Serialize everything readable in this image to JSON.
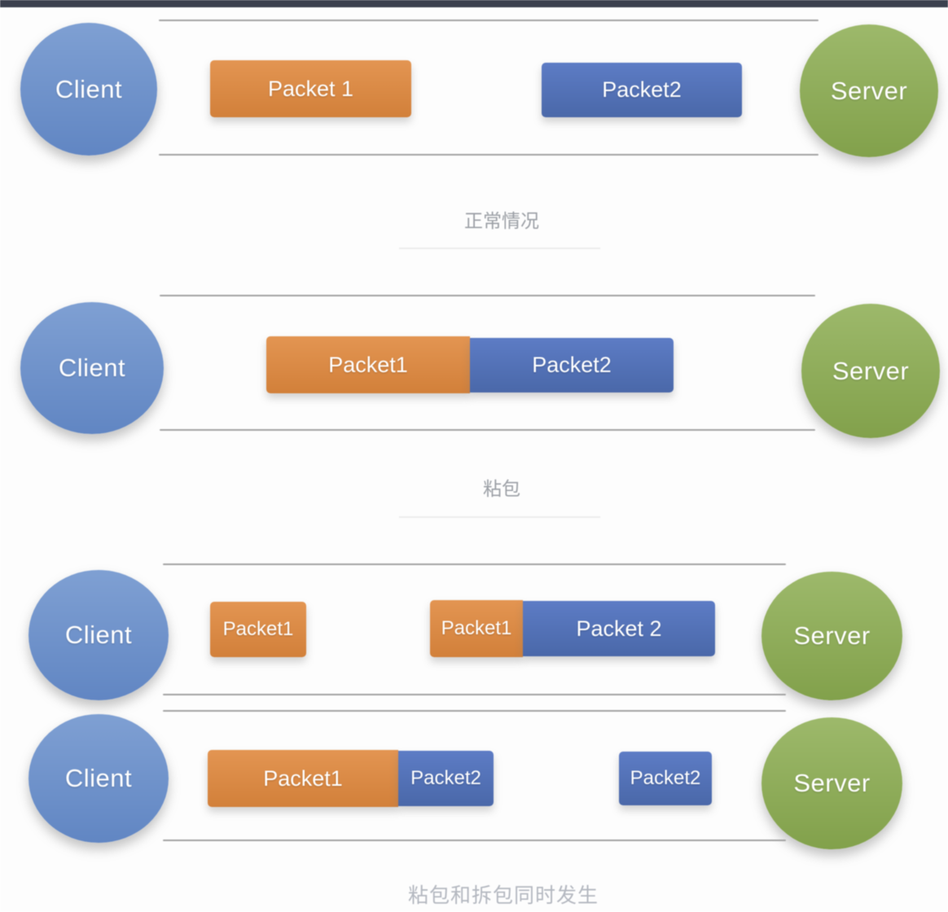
{
  "colors": {
    "page_bg": "#fdfdfd",
    "topbar_bg": "#3b404e",
    "client_fill_top": "#7fa0d3",
    "client_fill_bottom": "#6186c3",
    "server_fill_top": "#9db96b",
    "server_fill_bottom": "#82a14b",
    "packet1_fill_top": "#e39552",
    "packet1_fill_bottom": "#d2803a",
    "packet2_fill_top": "#5d7cc5",
    "packet2_fill_bottom": "#4a68a9",
    "timeline_color": "#a3a3a3",
    "divider_color": "#ececec",
    "caption_color": "#9ca0a6",
    "footer_caption_color": "#b4b8c0",
    "shape_text_color": "#ffffff"
  },
  "sections": [
    {
      "caption": "正常情况",
      "rows": [
        {
          "client_label": "Client",
          "server_label": "Server",
          "packets": [
            {
              "label": "Packet 1"
            },
            {
              "label": "Packet2"
            }
          ]
        }
      ]
    },
    {
      "caption": "粘包",
      "rows": [
        {
          "client_label": "Client",
          "server_label": "Server",
          "packets": [
            {
              "label": "Packet1"
            },
            {
              "label": "Packet2"
            }
          ]
        }
      ]
    },
    {
      "caption": "粘包和拆包同时发生",
      "rows": [
        {
          "client_label": "Client",
          "server_label": "Server",
          "packets": [
            {
              "label": "Packet1"
            },
            {
              "label": "Packet1"
            },
            {
              "label": "Packet 2"
            }
          ]
        },
        {
          "client_label": "Client",
          "server_label": "Server",
          "packets": [
            {
              "label": "Packet1"
            },
            {
              "label": "Packet2"
            },
            {
              "label": "Packet2"
            }
          ]
        }
      ]
    }
  ]
}
